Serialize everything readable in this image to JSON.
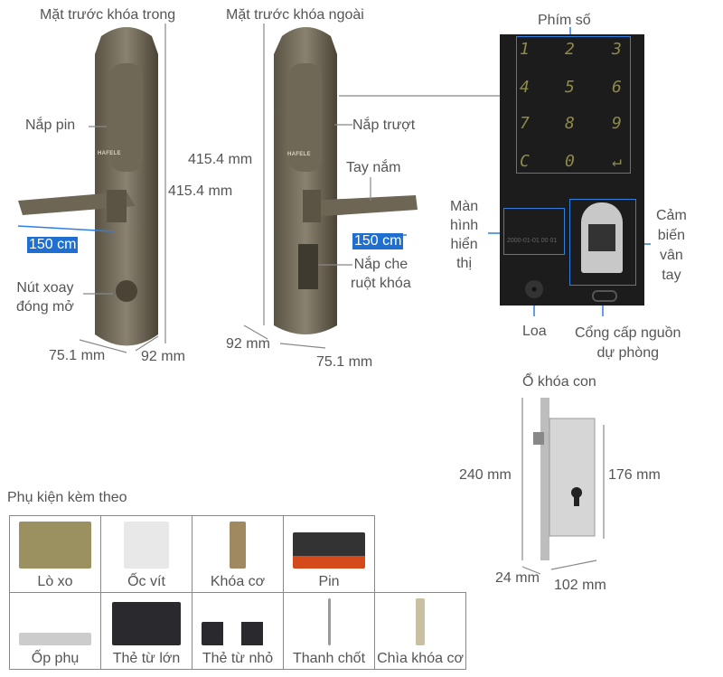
{
  "lock_inner": {
    "title": "Mặt trước khóa trong",
    "battery_cover": "Nắp pin",
    "height": "415.4 mm",
    "cable": "150 cm",
    "knob": "Nút xoay\nđóng mở",
    "width": "75.1 mm",
    "depth": "92 mm",
    "brand": "HAFELE"
  },
  "lock_outer": {
    "title": "Mặt trước khóa ngoài",
    "slide_cover": "Nắp trượt",
    "height": "415.4 mm",
    "handle": "Tay nắm",
    "cable": "150 cm",
    "cylinder_cover": "Nắp che\nruột khóa",
    "depth": "92 mm",
    "width": "75.1 mm",
    "brand": "HAFELE"
  },
  "panel": {
    "keypad_label": "Phím số",
    "keys": [
      "1",
      "2",
      "3",
      "4",
      "5",
      "6",
      "7",
      "8",
      "9",
      "C",
      "0",
      "↵"
    ],
    "display_label": "Màn\nhình\nhiển\nthị",
    "display_text": "2000-01-01 00 01",
    "fingerprint_label": "Cảm\nbiến\nvân\ntay",
    "speaker_label": "Loa",
    "power_label": "Cổng cấp nguồn\ndự phòng"
  },
  "mortise": {
    "title": "Ổ khóa con",
    "height": "240 mm",
    "inner_height": "176 mm",
    "thickness": "24 mm",
    "width": "102 mm"
  },
  "accessories": {
    "title": "Phụ kiện kèm theo",
    "row1": [
      "Lò xo",
      "Ốc vít",
      "Khóa cơ",
      "Pin"
    ],
    "row2": [
      "Ốp phụ",
      "Thẻ từ lớn",
      "Thẻ từ nhỏ",
      "Thanh chốt",
      "Chìa khóa cơ"
    ]
  }
}
